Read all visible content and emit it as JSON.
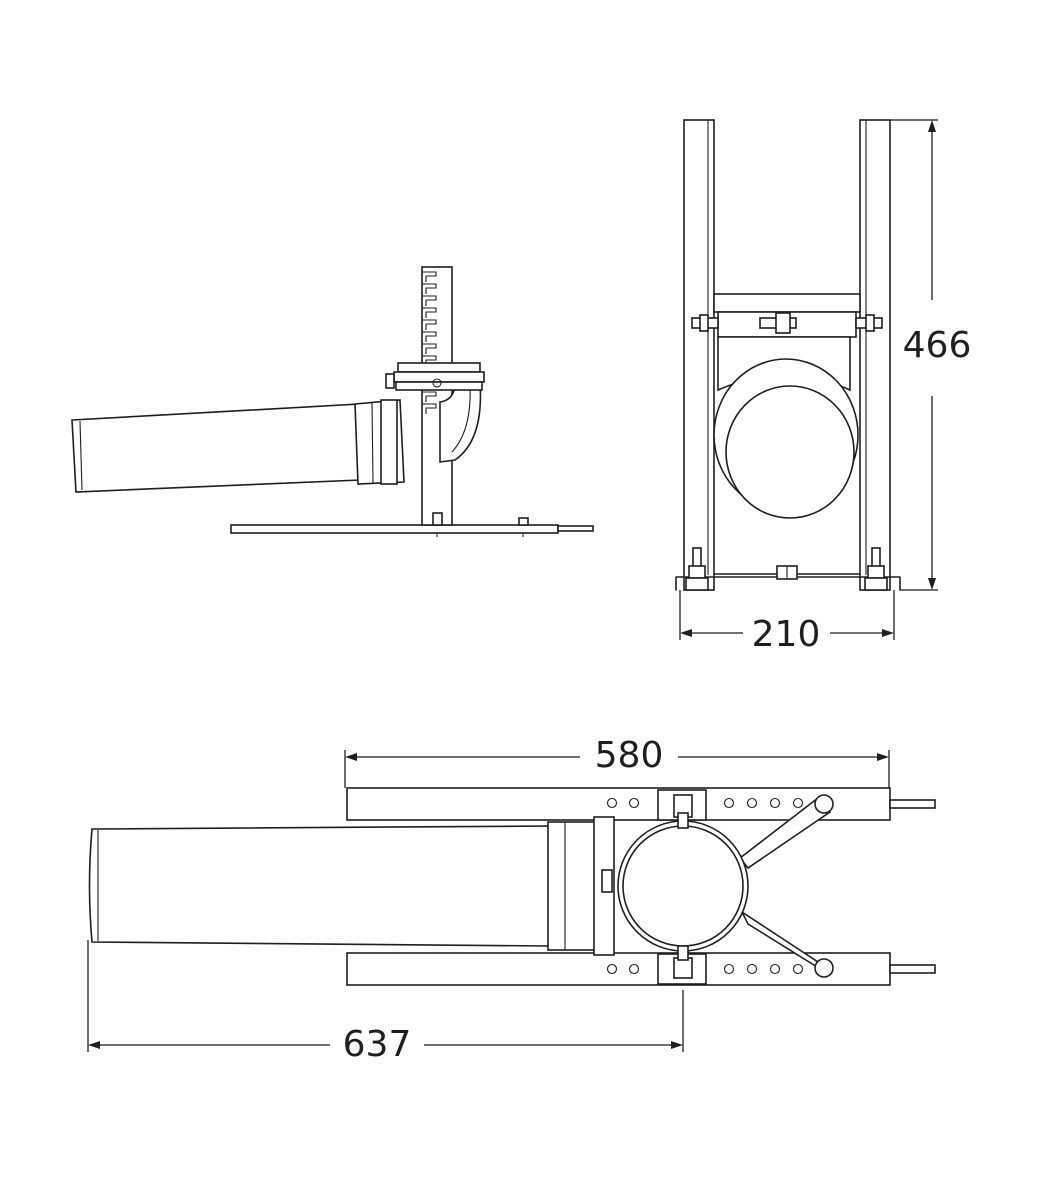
{
  "dimensions": {
    "height": "466",
    "width": "210",
    "length": "580",
    "offset": "637"
  }
}
